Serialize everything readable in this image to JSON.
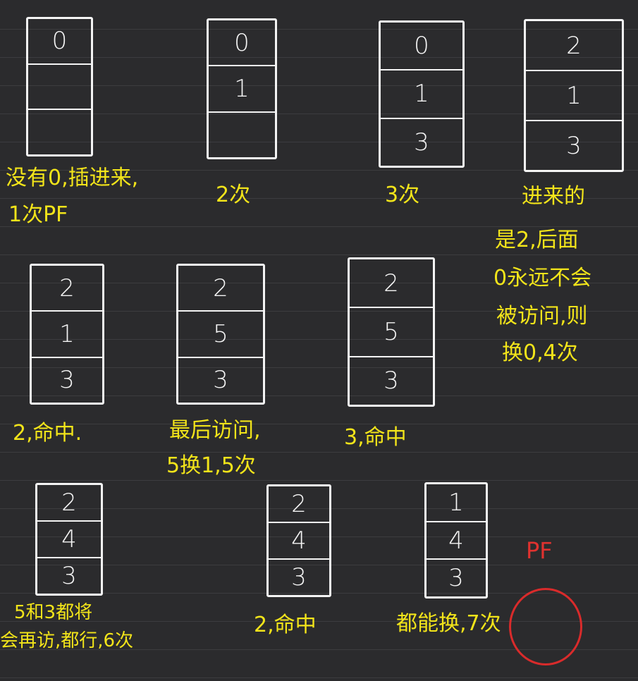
{
  "frames": [
    {
      "cells": [
        "0",
        "",
        ""
      ]
    },
    {
      "cells": [
        "0",
        "1",
        ""
      ]
    },
    {
      "cells": [
        "0",
        "1",
        "3"
      ]
    },
    {
      "cells": [
        "2",
        "1",
        "3"
      ]
    },
    {
      "cells": [
        "2",
        "1",
        "3"
      ]
    },
    {
      "cells": [
        "2",
        "5",
        "3"
      ]
    },
    {
      "cells": [
        "2",
        "5",
        "3"
      ]
    },
    {
      "cells": [
        "2",
        "4",
        "3"
      ]
    },
    {
      "cells": [
        "2",
        "4",
        "3"
      ]
    },
    {
      "cells": [
        "1",
        "4",
        "3"
      ]
    }
  ],
  "notes": [
    "没有0,插进来,",
    "1次PF",
    "2次",
    "3次",
    "进来的",
    "是2,后面",
    "0永远不会",
    "被访问,则",
    "换0,4次",
    "2,命中.",
    "最后访问,",
    "5换1,5次",
    "3,命中",
    "5和3都将",
    "会再访,都行,6次",
    "2,命中",
    "都能换,7次"
  ],
  "pf_label": "PF"
}
